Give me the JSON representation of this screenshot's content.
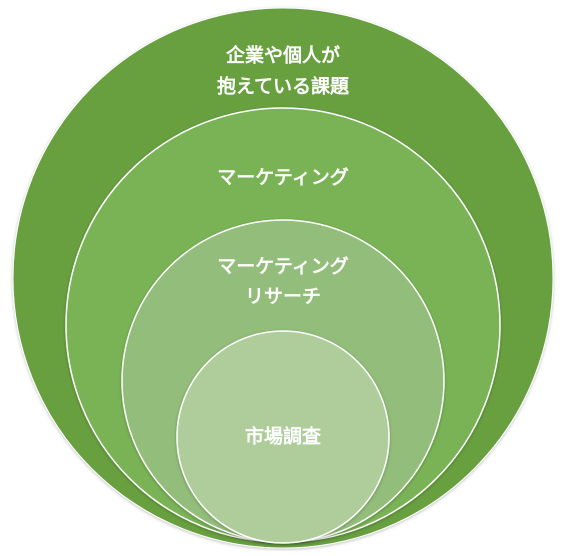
{
  "diagram": {
    "type": "nested-circles",
    "colors": {
      "outer_fill": "#67a040",
      "second_fill": "#7ab356",
      "third_fill": "#93bd7a",
      "inner_fill": "#aecd9a",
      "outline": "#ffffff",
      "text": "#ffffff"
    },
    "circles": [
      {
        "id": "issues",
        "lines": [
          "企業や個人が",
          "抱えている課題"
        ]
      },
      {
        "id": "marketing",
        "lines": [
          "マーケティング"
        ]
      },
      {
        "id": "marketing-research",
        "lines": [
          "マーケティング",
          "リサーチ"
        ]
      },
      {
        "id": "market-survey",
        "lines": [
          "市場調査"
        ]
      }
    ]
  }
}
